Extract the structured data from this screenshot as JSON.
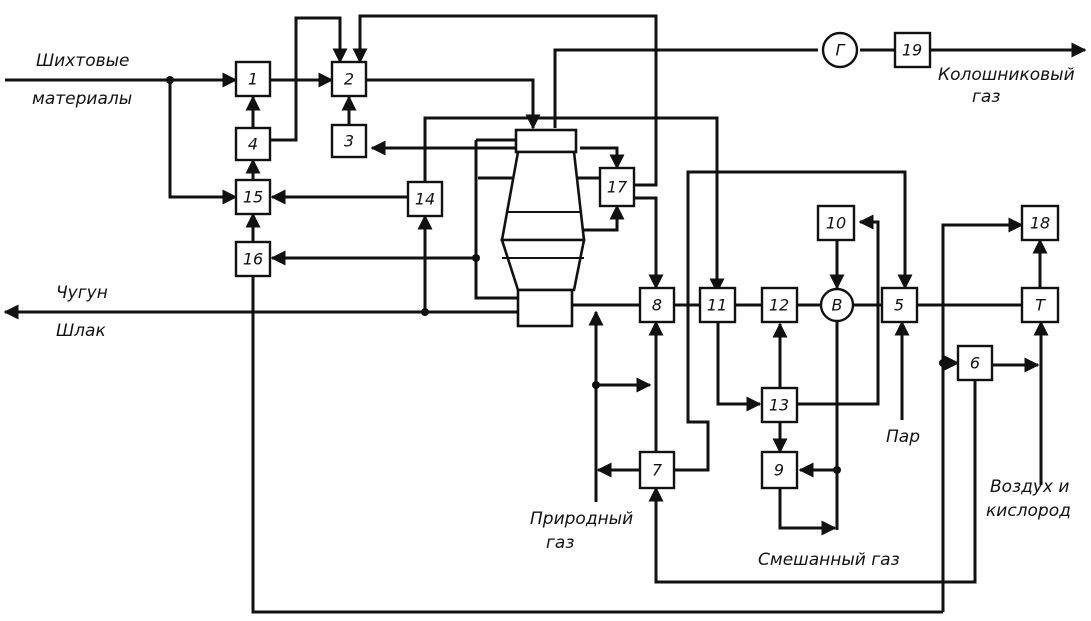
{
  "nodes": {
    "n1": "1",
    "n2": "2",
    "n3": "3",
    "n4": "4",
    "n5": "5",
    "n6": "6",
    "n7": "7",
    "n8": "8",
    "n9": "9",
    "n10": "10",
    "n11": "11",
    "n12": "12",
    "n13": "13",
    "n14": "14",
    "n15": "15",
    "n16": "16",
    "n17": "17",
    "n18": "18",
    "n19": "19",
    "nT": "T",
    "nB": "В",
    "nG": "Г"
  },
  "labels": {
    "charge_line1": "Шихтовые",
    "charge_line2": "материалы",
    "topgas_line1": "Колошниковый",
    "topgas_line2": "газ",
    "iron": "Чугун",
    "slag": "Шлак",
    "natural_gas_line1": "Природный",
    "natural_gas_line2": "газ",
    "mixed_gas": "Смешанный газ",
    "steam": "Пар",
    "air_line1": "Воздух и",
    "air_line2": "кислород"
  }
}
